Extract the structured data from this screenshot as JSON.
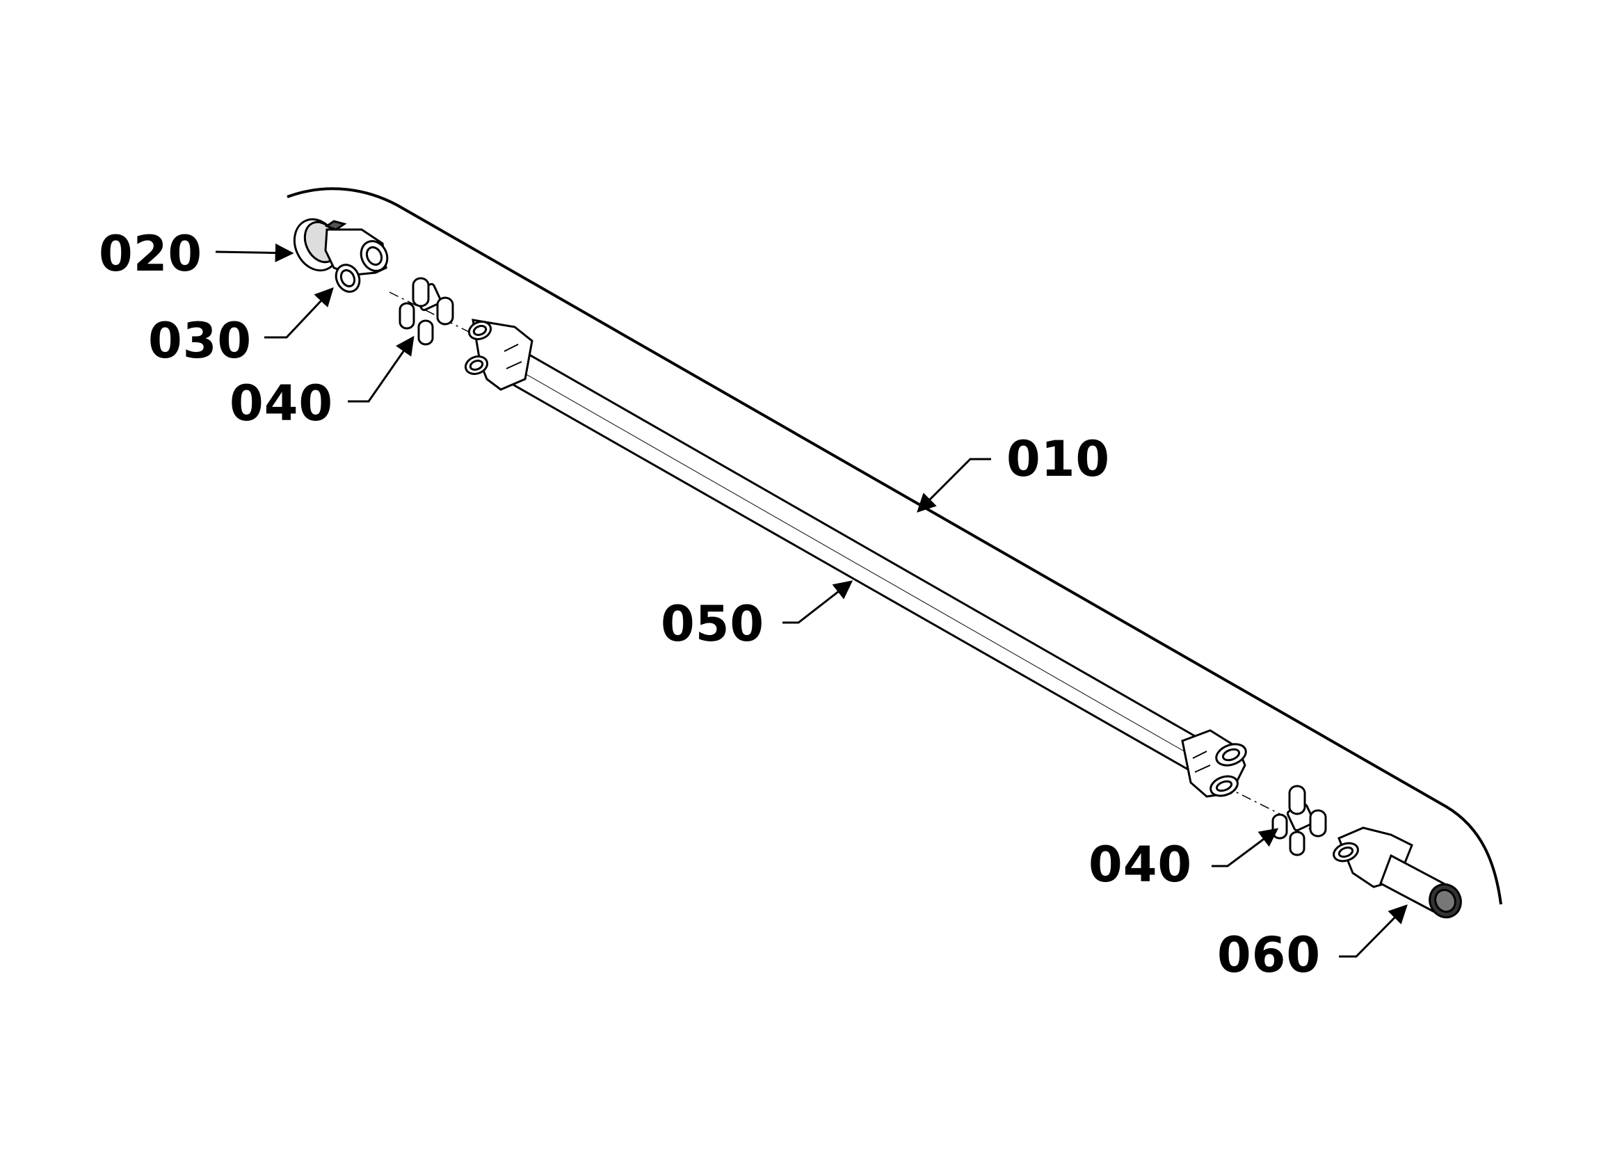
{
  "diagram": {
    "callouts": {
      "c010": "010",
      "c020": "020",
      "c030": "030",
      "c040_left": "040",
      "c040_right": "040",
      "c050": "050",
      "c060": "060"
    }
  },
  "colors": {
    "line": "#000000",
    "background": "#ffffff"
  }
}
